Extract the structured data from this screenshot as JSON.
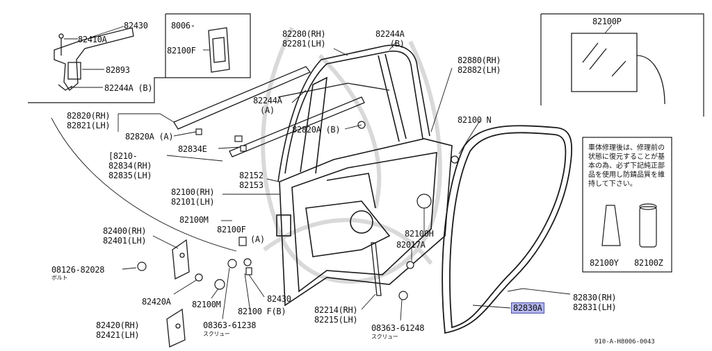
{
  "labels": {
    "p82430_top": "82430",
    "p82410A": "82410A",
    "p82893": "82893",
    "p82244A_B_left": "82244A (B)",
    "inset_8006": "8006-",
    "inset_82100F": "82100F",
    "p82280": [
      "82280(RH)",
      "82281(LH)"
    ],
    "p82244A_B_top": [
      "82244A",
      "(B)"
    ],
    "p82244A_A": [
      "82244A",
      "(A)"
    ],
    "p82820": [
      "82820(RH)",
      "82821(LH)"
    ],
    "p82820A_A": "82820A (A)",
    "p82820A_B": "82820A (B)",
    "p82834E": "82834E",
    "p82834": [
      "[8210-",
      "82834(RH)",
      "82835(LH)"
    ],
    "p82152": [
      "82152",
      "82153"
    ],
    "p82100": [
      "82100(RH)",
      "82101(LH)"
    ],
    "p82100M_top": "82100M",
    "p82100F_A": [
      "82100F",
      "(A)"
    ],
    "p82400": [
      "82400(RH)",
      "82401(LH)"
    ],
    "p08126": "08126-82028",
    "p08126_sub": "ボルト",
    "p82420A": "82420A",
    "p82100M_bot": "82100M",
    "p82430_bot": "82430",
    "p82100FB": "82100 F(B)",
    "p08363_left": "08363-61238",
    "p08363_left_sub": "スクリュー",
    "p82420": [
      "82420(RH)",
      "82421(LH)"
    ],
    "p82214": [
      "82214(RH)",
      "82215(LH)"
    ],
    "p08363_right": "08363-61248",
    "p08363_right_sub": "スクリュー",
    "p82880": [
      "82880(RH)",
      "82882(LH)"
    ],
    "p82100N": "82100 N",
    "p82100H": "82100H",
    "p82017A": "82017A",
    "p82830": [
      "82830(RH)",
      "82831(LH)"
    ],
    "p82830A": "82830A",
    "p82100P": "82100P",
    "p82100Y": "82100Y",
    "p82100Z": "82100Z"
  },
  "note_text": "車体修理後は、修理前の状態に復元することが基本の為、必ず下記純正部品を使用し防錆品質を維持して下さい。",
  "diagram_code": "910-A-H8006-0043",
  "colors": {
    "line": "#1a1a1a",
    "highlight": "#b4b7ee",
    "watermark": "#d6d6d6"
  }
}
